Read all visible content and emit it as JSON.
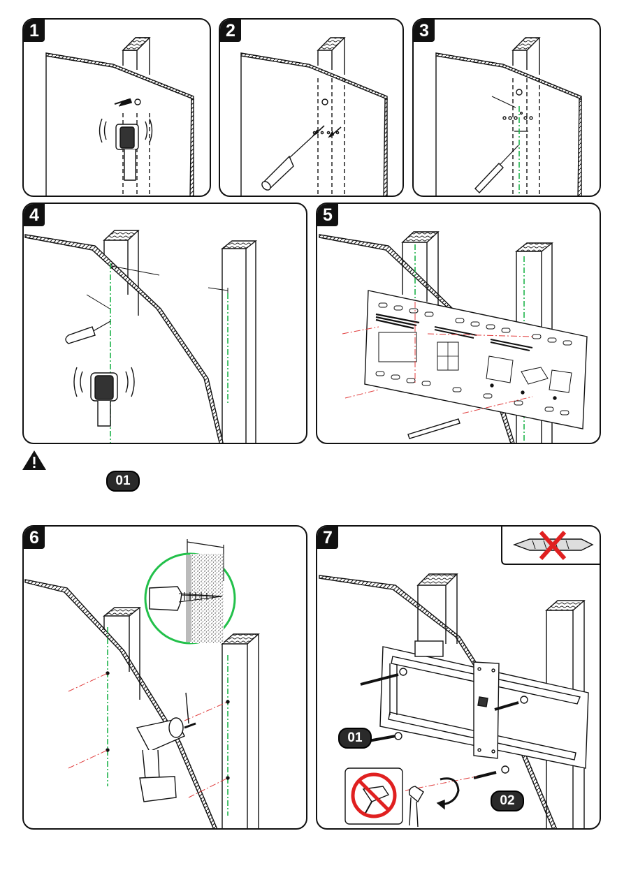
{
  "steps": [
    "1",
    "2",
    "3",
    "4",
    "5",
    "6",
    "7"
  ],
  "badges": {
    "screw": "01",
    "washer": "02"
  },
  "icons": {
    "warning": "warning-triangle-icon",
    "no_anchor": "no-wall-anchor-icon",
    "no_impact_driver": "no-power-driver-icon",
    "rotate": "clockwise-arrow-icon"
  },
  "colors": {
    "ink": "#111111",
    "guide": "#1db34a",
    "drill_line": "#e03a3a",
    "prohibit": "#e02020",
    "circle": "#22c04a"
  }
}
